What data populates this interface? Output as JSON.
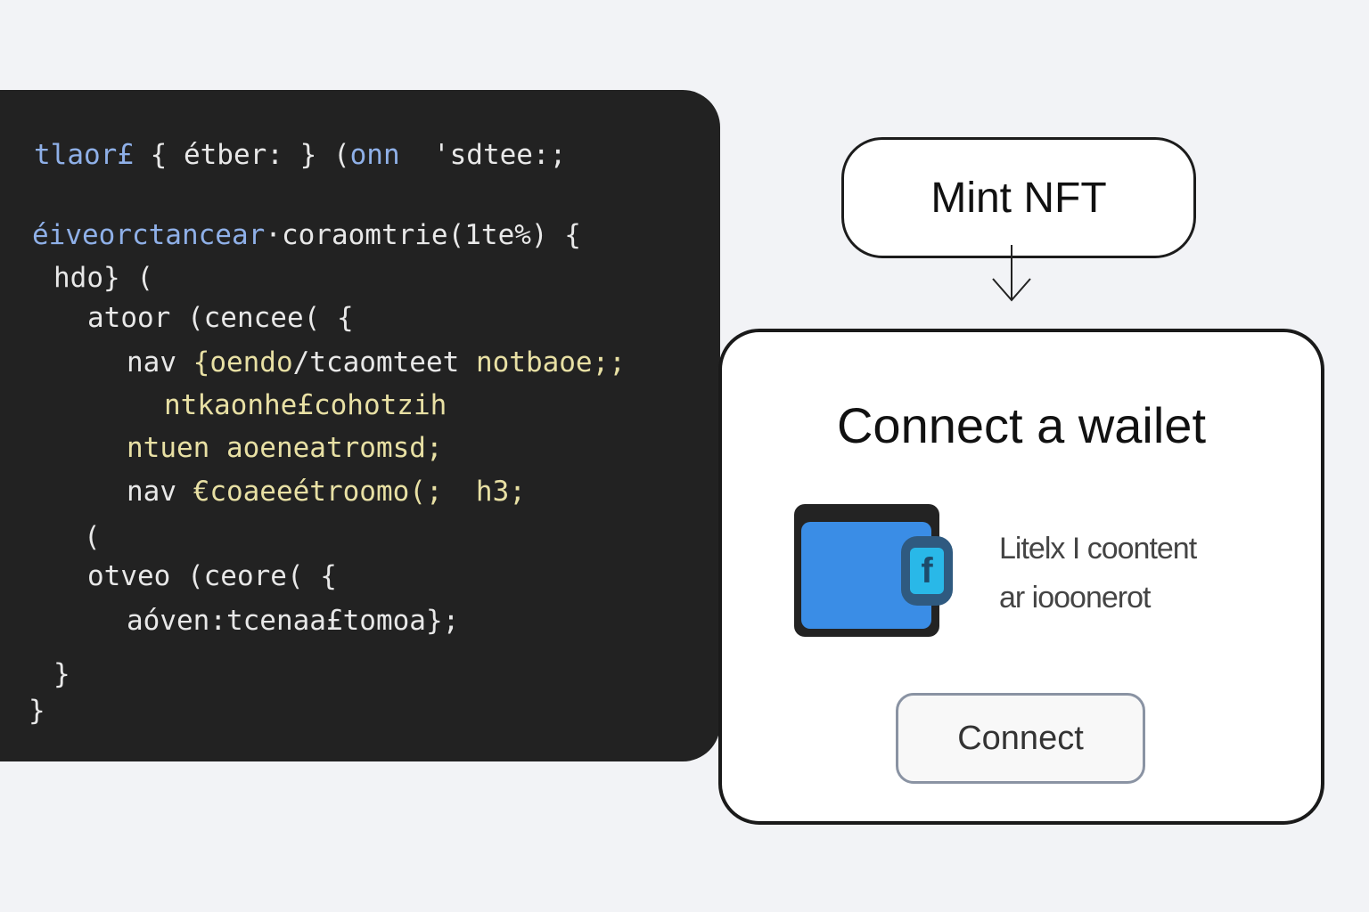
{
  "code_editor": {
    "colors": {
      "keyword": "#8fb0e8",
      "plain": "#e8e8e8",
      "string": "#e8e0a4"
    },
    "lines": [
      [
        {
          "t": "tlaor£",
          "c": "keyword"
        },
        {
          "t": " { étber: } (",
          "c": "plain"
        },
        {
          "t": "onn",
          "c": "keyword"
        },
        {
          "t": "  'sdtee:;",
          "c": "plain"
        }
      ],
      [
        {
          "t": "éiveorctancear",
          "c": "keyword"
        },
        {
          "t": "·coraomtrie(1te%) {",
          "c": "plain"
        }
      ],
      [
        {
          "t": "hdo} (",
          "c": "plain"
        }
      ],
      [
        {
          "t": "atoor (cencee( {",
          "c": "plain"
        }
      ],
      [
        {
          "t": "nav ",
          "c": "plain"
        },
        {
          "t": "{oendo",
          "c": "string"
        },
        {
          "t": "/tcaomteet ",
          "c": "plain"
        },
        {
          "t": "notbaoe;;",
          "c": "string"
        }
      ],
      [
        {
          "t": "ntkaonhe£cohotzih",
          "c": "string"
        }
      ],
      [
        {
          "t": "ntuen aoeneatromsd;",
          "c": "string"
        }
      ],
      [
        {
          "t": "nav ",
          "c": "plain"
        },
        {
          "t": "€coaeeétroomo(;  h3;",
          "c": "string"
        }
      ],
      [
        {
          "t": "(",
          "c": "plain"
        }
      ],
      [
        {
          "t": "otveo (ceore( {",
          "c": "plain"
        }
      ],
      [
        {
          "t": "aóven:tcenaa£tomoa};",
          "c": "plain"
        }
      ],
      [
        {
          "t": "}",
          "c": "plain"
        }
      ],
      [
        {
          "t": "}",
          "c": "plain"
        }
      ]
    ]
  },
  "mint_button": {
    "label": "Mint NFT"
  },
  "wallet_card": {
    "title": "Connect a wailet",
    "description_line1": "Litelx I coontent",
    "description_line2": "ar iooonerot",
    "connect_label": "Connect"
  }
}
